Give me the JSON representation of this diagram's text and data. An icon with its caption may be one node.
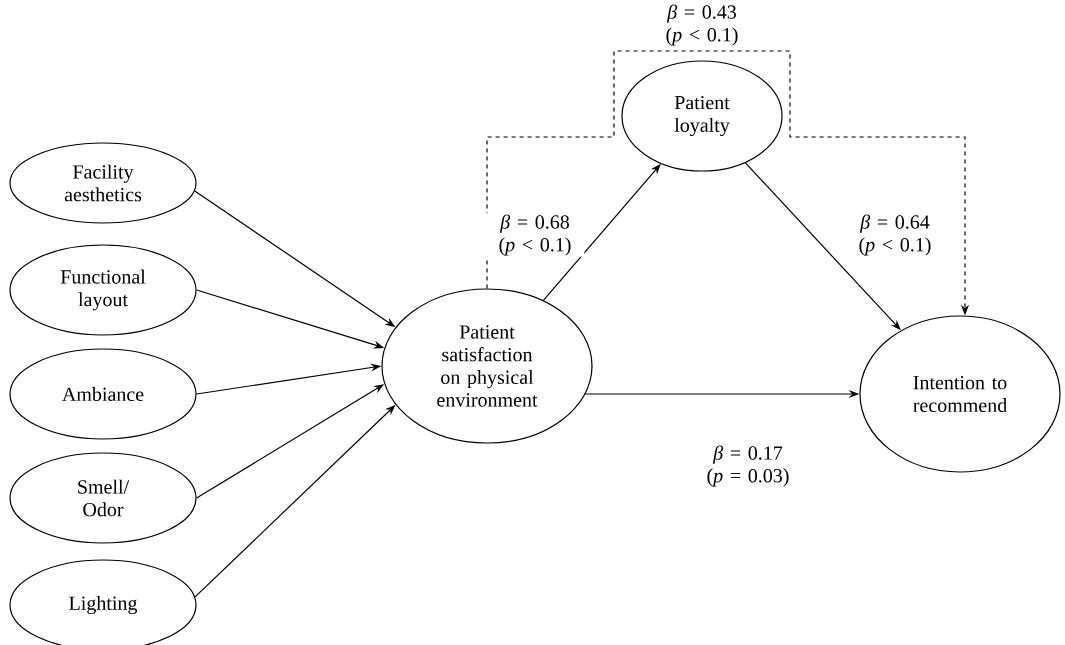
{
  "diagram": {
    "nodes": [
      {
        "text": [
          "Facility aesthetics"
        ]
      },
      {
        "text": [
          "Functional layout"
        ]
      },
      {
        "text": [
          "Ambiance"
        ]
      },
      {
        "text": [
          "Smell/ Odor"
        ]
      },
      {
        "text": [
          "Lighting"
        ]
      },
      {
        "text": [
          "Patient satisfaction on physical environment"
        ]
      },
      {
        "text": [
          "Patient loyalty"
        ]
      },
      {
        "text": [
          "Intention to recommend"
        ]
      }
    ],
    "edges": [
      {
        "from": 0,
        "to": 5,
        "arrow": "to"
      },
      {
        "from": 1,
        "to": 5,
        "arrow": "to"
      },
      {
        "from": 2,
        "to": 5,
        "arrow": "to"
      },
      {
        "from": 3,
        "to": 5,
        "arrow": "to"
      },
      {
        "from": 4,
        "to": 5,
        "arrow": "to"
      },
      {
        "from": 5,
        "to": 6,
        "arrow": "to",
        "label": "*β* = 0.68 (*p* < 0.1)"
      },
      {
        "from": 6,
        "to": 7,
        "arrow": "to",
        "label": "*β* = 0.64 (*p* < 0.1)"
      },
      {
        "from": 5,
        "to": 7,
        "arrow": "to",
        "label": "*β* = 0.17 (*p* = 0.03)"
      },
      {
        "from": 5,
        "to": 7,
        "arrow": "to",
        "style": "dashed",
        "label": "*β* = 0.43 (*p* < 0.1)"
      }
    ]
  }
}
